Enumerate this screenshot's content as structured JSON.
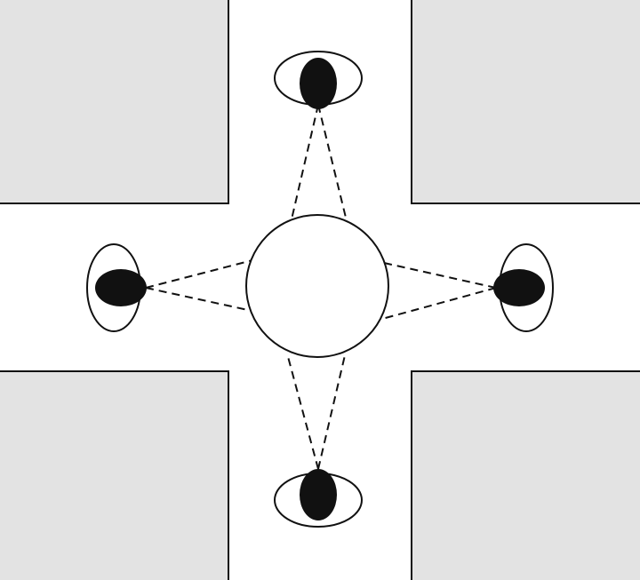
{
  "diagram": {
    "kind": "intersection-sightlines",
    "colors": {
      "block_fill": "#e3e3e3",
      "road": "#ffffff",
      "stroke": "#111111",
      "pupil": "#111111"
    },
    "observers": [
      {
        "id": "top",
        "facing": "down",
        "icon": "eye-icon"
      },
      {
        "id": "left",
        "facing": "right",
        "icon": "eye-icon"
      },
      {
        "id": "right",
        "facing": "left",
        "icon": "eye-icon"
      },
      {
        "id": "bottom",
        "facing": "up",
        "icon": "eye-icon"
      }
    ],
    "center_object": {
      "shape": "circle"
    },
    "sightline_style": "dashed"
  }
}
